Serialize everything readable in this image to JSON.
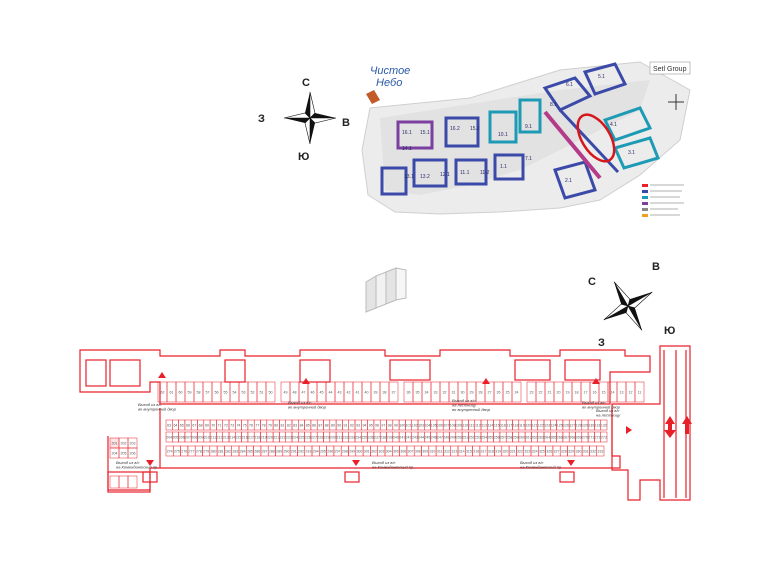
{
  "top_compass": {
    "north": "С",
    "west": "З",
    "east": "В",
    "south": "Ю"
  },
  "bottom_compass": {
    "north": "С",
    "east": "В",
    "south": "Ю",
    "west": "З"
  },
  "logo": {
    "line1": "Чистое",
    "line2": "Небо"
  },
  "brand": "Setl Group",
  "top_map": {
    "block_labels": [
      "16.1",
      "15.1",
      "16.2",
      "15.2",
      "14.1",
      "13.1",
      "13.2",
      "12.1",
      "11.1",
      "11.2",
      "10.1",
      "9.1",
      "8.1",
      "7.1",
      "6.1",
      "5.1",
      "4.1",
      "3.1",
      "2.1",
      "1.1"
    ]
  },
  "bottom_plan": {
    "top_row_spaces": [
      "62",
      "61",
      "60",
      "59",
      "58",
      "57",
      "56",
      "55",
      "54",
      "53",
      "52",
      "51",
      "50",
      "49",
      "48",
      "47",
      "46",
      "45",
      "44",
      "43",
      "42",
      "41",
      "40",
      "39",
      "38",
      "37",
      "36",
      "35",
      "34",
      "33",
      "32",
      "31",
      "30",
      "29",
      "28",
      "27",
      "26",
      "25",
      "24",
      "23",
      "22",
      "21",
      "20",
      "19",
      "18",
      "17",
      "16",
      "15",
      "14",
      "13",
      "12",
      "11"
    ],
    "middle_row_upper": [
      "63",
      "64",
      "65",
      "66",
      "67",
      "68",
      "69",
      "70",
      "71",
      "72",
      "73",
      "74",
      "75",
      "76",
      "77",
      "78",
      "79",
      "80",
      "81",
      "82",
      "83",
      "84",
      "85",
      "86",
      "87",
      "88",
      "89",
      "90",
      "91",
      "92",
      "93",
      "94",
      "95",
      "96",
      "97",
      "98",
      "99",
      "100",
      "101",
      "102",
      "103",
      "104",
      "105",
      "106",
      "107",
      "108",
      "109",
      "110",
      "111",
      "112",
      "113",
      "114",
      "115",
      "116",
      "117",
      "118",
      "119",
      "120",
      "121",
      "122",
      "123",
      "124",
      "125",
      "126",
      "127",
      "128",
      "129",
      "130",
      "131",
      "132"
    ],
    "middle_row_lower": [
      "204",
      "205",
      "206",
      "207",
      "208",
      "209",
      "210",
      "211",
      "212",
      "213",
      "214",
      "215",
      "216",
      "217",
      "218",
      "219",
      "220",
      "221",
      "222",
      "223",
      "224",
      "225",
      "226",
      "227",
      "228",
      "229",
      "230",
      "231",
      "232",
      "233",
      "234",
      "235",
      "236",
      "237",
      "238",
      "239",
      "240",
      "241",
      "242",
      "243",
      "244",
      "245",
      "246",
      "247",
      "248",
      "249",
      "250",
      "251",
      "252",
      "253",
      "254",
      "255",
      "256",
      "257",
      "258",
      "259",
      "260",
      "261",
      "262",
      "263",
      "264",
      "265",
      "266",
      "267",
      "268",
      "269",
      "270",
      "271",
      "272",
      "273"
    ],
    "bottom_row": [
      "274",
      "275",
      "276",
      "277",
      "278",
      "279",
      "280",
      "281",
      "282",
      "283",
      "284",
      "285",
      "286",
      "287",
      "288",
      "289",
      "290",
      "291",
      "292",
      "293",
      "294",
      "295",
      "296",
      "297",
      "298",
      "299",
      "300",
      "301",
      "302",
      "303",
      "304",
      "305",
      "306",
      "307",
      "308",
      "309",
      "310",
      "311",
      "312",
      "313",
      "314",
      "315",
      "316",
      "317",
      "318",
      "319",
      "320",
      "321",
      "322",
      "323",
      "324",
      "325",
      "326",
      "327",
      "328",
      "329",
      "330",
      "331",
      "332",
      "333"
    ],
    "left_block": [
      "201",
      "202",
      "203",
      "204",
      "205",
      "206"
    ],
    "exit_notes": [
      "Выход из в/с\nво внутренний двор",
      "Выход из в/с\nво внутренний двор",
      "Выход из в/с\nна лестницу\nво внутренний двор",
      "Выход из в/с\nво внутренний двор",
      "Выход из в/с\nна Комендантский пр.",
      "Выход из в/с\nна Комендантский пр.",
      "Выход из в/с\nна Комендантский пр.",
      "Выход из в/с\nна лестницу"
    ]
  },
  "colors": {
    "plan_red": "#e8202a",
    "pale_red": "#fbe3e4",
    "map_blue": "#3b4aa8",
    "map_teal": "#1d9bb5",
    "map_purple": "#7b3fa0",
    "circle_red": "#d6161c"
  }
}
